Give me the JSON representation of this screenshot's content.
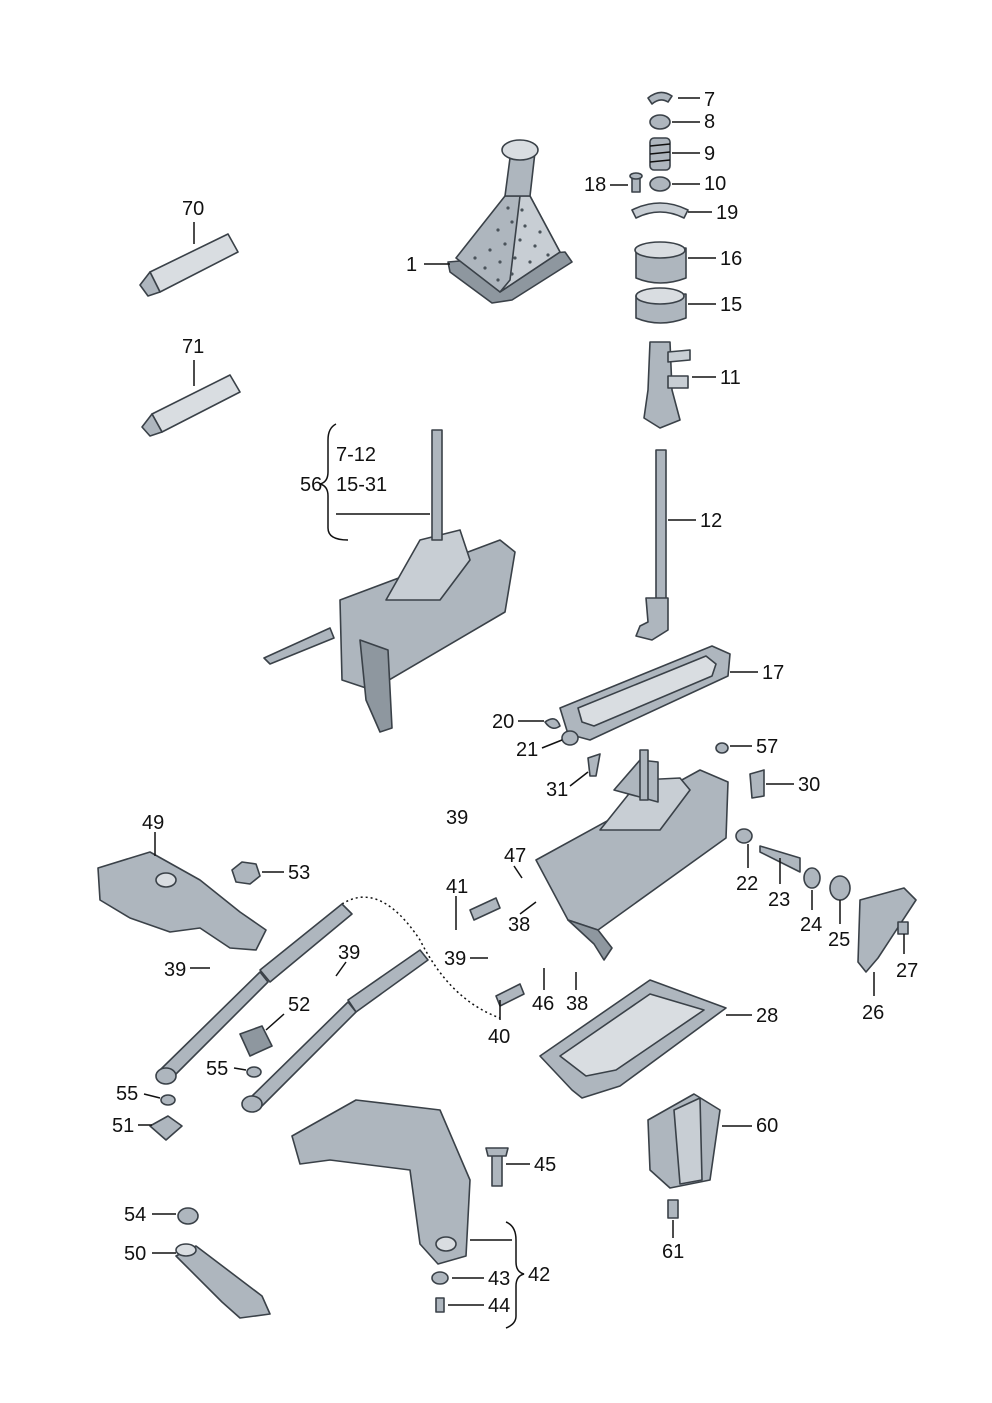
{
  "diagram": {
    "kind": "exploded parts diagram",
    "part_labels": [
      "7",
      "8",
      "9",
      "18",
      "10",
      "19",
      "16",
      "15",
      "11",
      "12",
      "17",
      "20",
      "21",
      "57",
      "31",
      "30",
      "39",
      "49",
      "53",
      "47",
      "41",
      "22",
      "23",
      "24",
      "25",
      "27",
      "38",
      "39",
      "39",
      "46",
      "38",
      "28",
      "26",
      "52",
      "40",
      "55",
      "55",
      "51",
      "60",
      "45",
      "61",
      "54",
      "50",
      "43",
      "44",
      "42",
      "1",
      "70",
      "71",
      "56"
    ],
    "group_56": {
      "ranges": [
        "7-12",
        "15-31"
      ]
    },
    "colors": {
      "part_fill": "#aeb6be",
      "part_shadow": "#8e979f",
      "part_light": "#c8ced4",
      "line": "#3a4148",
      "text": "#111111"
    }
  }
}
